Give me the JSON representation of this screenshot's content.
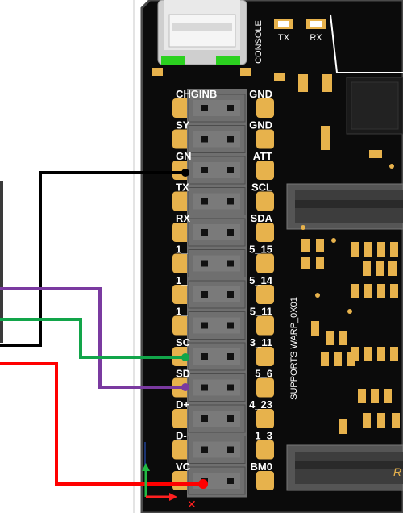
{
  "board": {
    "colors": {
      "pcb": "#0b0b0b",
      "pcb_edge": "#4a4a4a",
      "silk": "#ffffff",
      "pad": "#e7b24c",
      "header": "#6f6f6f",
      "header_dark": "#4c4c4c",
      "pin": "#111111"
    },
    "console_label": "CONSOLE",
    "tx_led": "TX",
    "rx_led": "RX",
    "side_text": "SUPPORTS WARP_0X01",
    "corner_text": "R",
    "left_labels": [
      "CHGINB",
      "SY",
      "GN",
      "TX",
      "RX",
      "1_",
      "1_",
      "1_",
      "SC",
      "SD",
      "D+",
      "D-",
      "VC"
    ],
    "right_labels": [
      "GND",
      "GND",
      "ATT",
      "SCL",
      "SDA",
      "5_15",
      "5_14",
      "5_11",
      "3_11",
      "5_6",
      "4_23",
      "1_3",
      "BM0"
    ]
  },
  "wires": [
    {
      "name": "black-wire",
      "color": "#000000"
    },
    {
      "name": "purple-wire",
      "color": "#7a3aa0"
    },
    {
      "name": "green-wire",
      "color": "#12a54a"
    },
    {
      "name": "red-wire",
      "color": "#ff0000"
    }
  ],
  "gizmo": {
    "x_color": "#ff2020",
    "y_color": "#22bb44",
    "z_color": "#2a5bd7"
  }
}
